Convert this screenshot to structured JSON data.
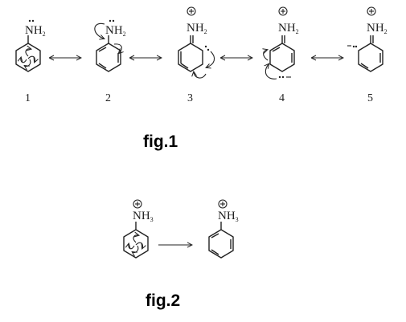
{
  "figure1": {
    "caption": "fig.1",
    "structures": [
      {
        "number": "1",
        "group": "NH",
        "subscript": "2"
      },
      {
        "number": "2",
        "group": "NH",
        "subscript": "2"
      },
      {
        "number": "3",
        "group": "NH",
        "subscript": "2"
      },
      {
        "number": "4",
        "group": "NH",
        "subscript": "2"
      },
      {
        "number": "5",
        "group": "NH",
        "subscript": "2"
      }
    ]
  },
  "figure2": {
    "caption": "fig.2",
    "reactant": {
      "group": "NH",
      "subscript": "3"
    },
    "product": {
      "group": "NH",
      "subscript": "3"
    }
  },
  "symbols": {
    "positive_charge": "+",
    "negative_charge": "−"
  }
}
